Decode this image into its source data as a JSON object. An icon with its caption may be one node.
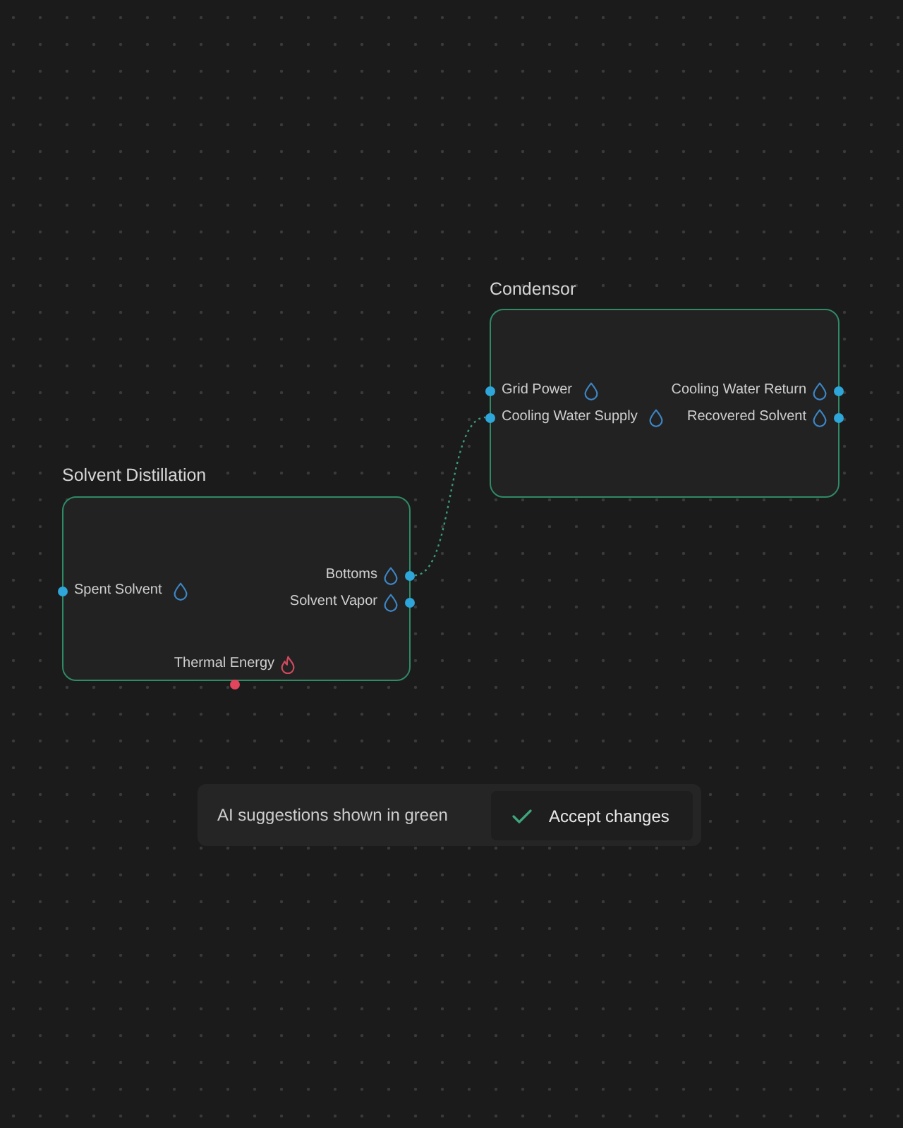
{
  "diagram": {
    "nodes": [
      {
        "text": [
          "Condensor"
        ]
      },
      {
        "text": [
          "Grid Power"
        ],
        "in": 0
      },
      {
        "text": [
          "Cooling Water Return"
        ],
        "in": 0
      },
      {
        "text": [
          "Cooling Water Supply"
        ],
        "in": 0
      },
      {
        "text": [
          "Recovered Solvent"
        ],
        "in": 0
      },
      {
        "text": [
          "Solvent Distillation"
        ]
      },
      {
        "text": [
          "Spent Solvent"
        ],
        "in": 5
      },
      {
        "text": [
          "Bottoms"
        ],
        "in": 5
      },
      {
        "text": [
          "Solvent Vapor"
        ],
        "in": 5
      },
      {
        "text": [
          "Thermal Energy"
        ],
        "in": 5
      }
    ],
    "edges": [
      {
        "from": 7,
        "to": 3,
        "arrow": "none",
        "style": "dashed"
      }
    ],
    "labels": [
      "AI suggestions shown in green",
      "Accept changes"
    ]
  }
}
